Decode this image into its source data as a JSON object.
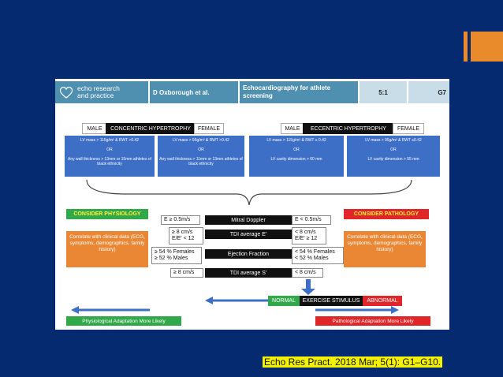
{
  "colors": {
    "background": "#062a70",
    "accent": "#e98a2b",
    "figure_blue": "#3e6fc6",
    "physiology_green": "#31a84a",
    "pathology_red": "#e1262a",
    "orange": "#ea8734",
    "highlight_yellow": "#f2f200"
  },
  "header": {
    "logo_line1": "echo research",
    "logo_line2": "and practice",
    "author": "D Oxborough et al.",
    "title": "Echocardiography for athlete screening",
    "issue": "5:1",
    "page": "G7"
  },
  "left_group": {
    "tag_left": "MALE",
    "tag_center": "CONCENTRIC HYPERTROPHY",
    "tag_right": "FEMALE",
    "box1": {
      "line1": "LV mass > 115g/m² & RWT >0.42",
      "or": "OR",
      "line2": "Any wall thickness > 13mm or 15mm athletes of black ethnicity"
    },
    "box2": {
      "line1": "LV mass > 95g/m² & RWT >0.42",
      "or": "OR",
      "line2": "Any wall thickness > 11mm or 13mm athletes of black ethnicity"
    }
  },
  "right_group": {
    "tag_left": "MALE",
    "tag_center": "ECCENTRIC HYPERTROPHY",
    "tag_right": "FEMALE",
    "box1": {
      "line1": "LV mass > 115g/m² & RWT ≤ 0.42",
      "or": "OR",
      "line2": "LV cavity dimension > 60 mm"
    },
    "box2": {
      "line1": "LV mass > 95g/m² & RWT ≤0.42",
      "or": "OR",
      "line2": "LV cavity dimension > 55 mm"
    }
  },
  "consider_physiology": "CONSIDER PHYSIOLOGY",
  "consider_pathology": "CONSIDER PATHOLOGY",
  "correlate_left": "Correlate with clinical data (ECG, symptoms, demographics, family history)",
  "correlate_right": "Correlate with clinical data (ECG, symptoms, demographics, family history)",
  "rows": [
    {
      "label": "Mitral Doppler",
      "left": "E ≥ 0.5m/s",
      "right": "E < 0.5m/s"
    },
    {
      "label": "TDI average E'",
      "left_1": "≥ 8 cm/s",
      "left_2": "E/E' < 12",
      "right_1": "< 8 cm/s",
      "right_2": "E/E' ≥ 12"
    },
    {
      "label": "Ejection Fraction",
      "left_1": "≥ 54 % Females",
      "left_2": "≥ 52 % Males",
      "right_1": "< 54 % Females",
      "right_2": "< 52 % Males"
    },
    {
      "label": "TDI average S'",
      "left": "≥ 8 cm/s",
      "right": "< 8 cm/s"
    }
  ],
  "normal": "NORMAL",
  "exercise_stimulus": "EXERCISE STIMULUS",
  "abnormal": "ABNORMAL",
  "physiological_adaptation": "Physiological Adaptation More Likely",
  "pathological_adaptation": "Pathological Adaptation More Likely",
  "caption": "Echo Res Pract. 2018 Mar; 5(1): G1–G10."
}
